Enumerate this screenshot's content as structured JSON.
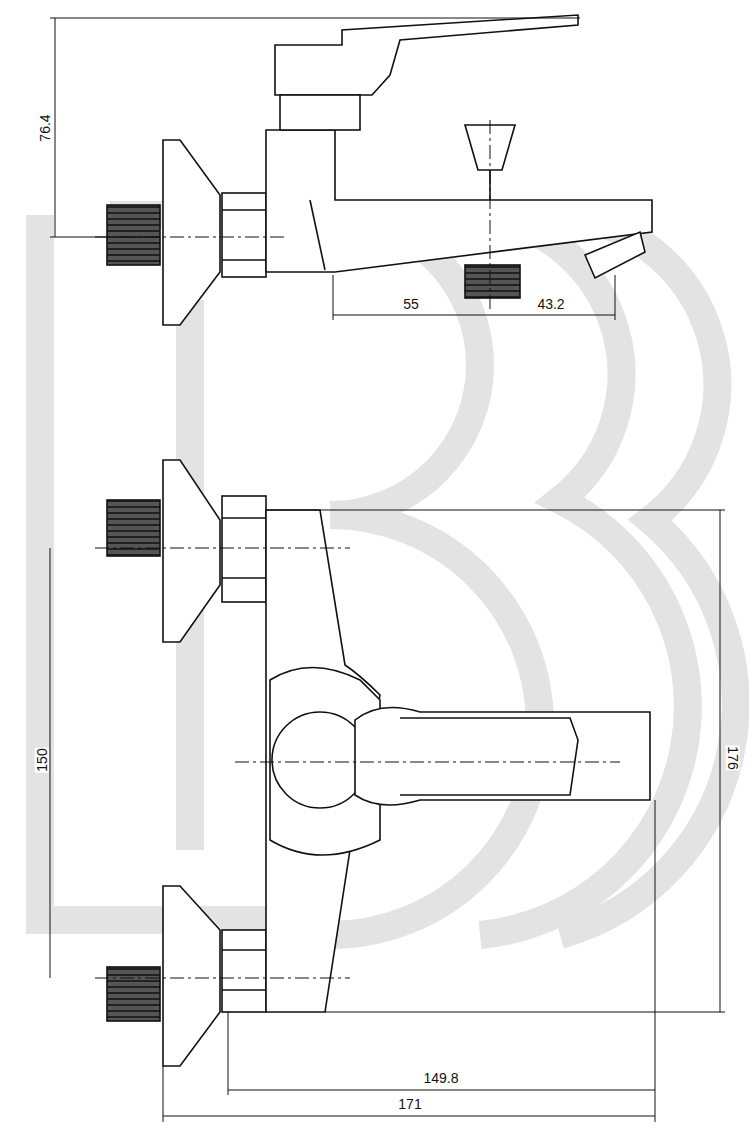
{
  "diagram": {
    "labels": [
      "76.4",
      "55",
      "43.2",
      "150",
      "176",
      "149.8",
      "171"
    ]
  }
}
